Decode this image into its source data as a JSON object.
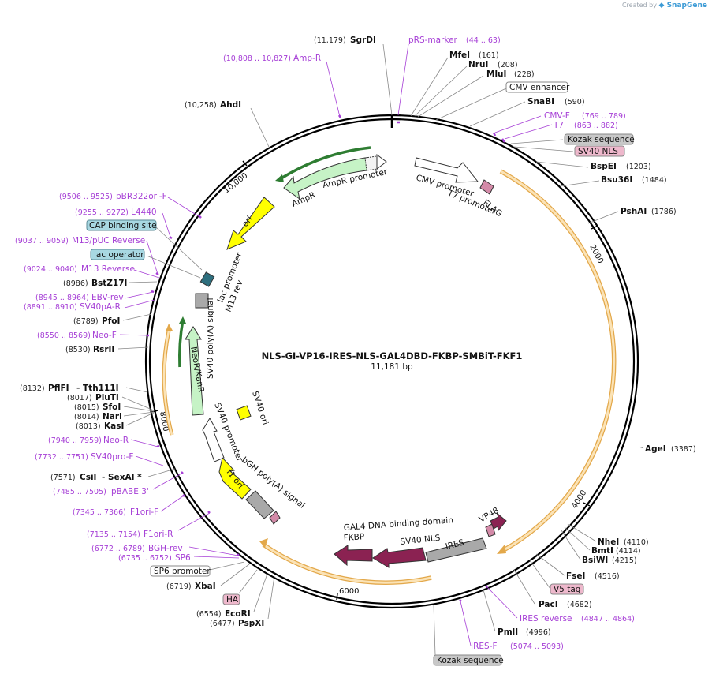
{
  "watermark": {
    "prefix": "Created by",
    "brand": "SnapGene"
  },
  "plasmid": {
    "name": "NLS-GI-VP16-IRES-NLS-GAL4DBD-FKBP-SMBiT-FKF1",
    "size": "11,181 bp"
  },
  "scale_ticks": [
    "2000",
    "4000",
    "6000",
    "8000",
    "10,000"
  ],
  "colors": {
    "orange_feature": "#f5c36b",
    "green_feature": "#c6f3c6",
    "yellow_feature": "#ffff00",
    "maroon_feature": "#8b2252",
    "grey_feature": "#a9a9a9",
    "primer": "#a63fd6",
    "rep_origin": "#ffff00"
  },
  "labels_right": [
    {
      "id": "sgrdi",
      "coord": "(11,179)",
      "name": "SgrDI",
      "kind": "enzyme"
    },
    {
      "id": "prs",
      "name": "pRS-marker",
      "coord": "(44 .. 63)",
      "kind": "primer"
    },
    {
      "id": "mfei",
      "name": "MfeI",
      "coord": "(161)",
      "kind": "enzyme"
    },
    {
      "id": "nrui",
      "name": "NruI",
      "coord": "(208)",
      "kind": "enzyme"
    },
    {
      "id": "mlui",
      "name": "MluI",
      "coord": "(228)",
      "kind": "enzyme"
    },
    {
      "id": "cmvenh",
      "name": "CMV enhancer",
      "kind": "box"
    },
    {
      "id": "snabi",
      "name": "SnaBI",
      "coord": "(590)",
      "kind": "enzyme"
    },
    {
      "id": "cmvf",
      "name": "CMV-F",
      "coord": "(769 .. 789)",
      "kind": "primer"
    },
    {
      "id": "t7",
      "name": "T7",
      "coord": "(863 .. 882)",
      "kind": "primer"
    },
    {
      "id": "kozak1",
      "name": "Kozak sequence",
      "kind": "greybox"
    },
    {
      "id": "sv40nls1",
      "name": "SV40 NLS",
      "kind": "pinkbox"
    },
    {
      "id": "bspei",
      "name": "BspEI",
      "coord": "(1203)",
      "kind": "enzyme"
    },
    {
      "id": "bsu36i",
      "name": "Bsu36I",
      "coord": "(1484)",
      "kind": "enzyme"
    },
    {
      "id": "pshai",
      "name": "PshAI",
      "coord": "(1786)",
      "kind": "enzyme"
    },
    {
      "id": "agei",
      "name": "AgeI",
      "coord": "(3387)",
      "kind": "enzyme"
    },
    {
      "id": "nhei",
      "name": "NheI",
      "coord": "(4110)",
      "kind": "enzyme"
    },
    {
      "id": "bmti",
      "name": "BmtI",
      "coord": "(4114)",
      "kind": "enzyme"
    },
    {
      "id": "bsiwi",
      "name": "BsiWI",
      "coord": "(4215)",
      "kind": "enzyme"
    },
    {
      "id": "fsei",
      "name": "FseI",
      "coord": "(4516)",
      "kind": "enzyme"
    },
    {
      "id": "v5tag",
      "name": "V5 tag",
      "kind": "pinkbox"
    },
    {
      "id": "paci",
      "name": "PacI",
      "coord": "(4682)",
      "kind": "enzyme"
    },
    {
      "id": "iresrev",
      "name": "IRES reverse",
      "coord": "(4847 .. 4864)",
      "kind": "primer"
    },
    {
      "id": "pmli",
      "name": "PmlI",
      "coord": "(4996)",
      "kind": "enzyme"
    },
    {
      "id": "iresf",
      "name": "IRES-F",
      "coord": "(5074 .. 5093)",
      "kind": "primer"
    },
    {
      "id": "kozak2",
      "name": "Kozak sequence",
      "kind": "greybox"
    }
  ],
  "labels_left": [
    {
      "id": "ampr",
      "coord": "(10,808 .. 10,827)",
      "name": "Amp-R",
      "kind": "primer"
    },
    {
      "id": "ahdi",
      "coord": "(10,258)",
      "name": "AhdI",
      "kind": "enzyme"
    },
    {
      "id": "pbr322",
      "coord": "(9506 .. 9525)",
      "name": "pBR322ori-F",
      "kind": "primer"
    },
    {
      "id": "l4440",
      "coord": "(9255 .. 9272)",
      "name": "L4440",
      "kind": "primer"
    },
    {
      "id": "cap",
      "name": "CAP binding site",
      "kind": "tealbox"
    },
    {
      "id": "m13puc",
      "coord": "(9037 .. 9059)",
      "name": "M13/pUC Reverse",
      "kind": "primer"
    },
    {
      "id": "lacop",
      "name": "lac operator",
      "kind": "tealbox"
    },
    {
      "id": "m13rev",
      "coord": "(9024 .. 9040)",
      "name": "M13 Reverse",
      "kind": "primer"
    },
    {
      "id": "bstz17i",
      "coord": "(8986)",
      "name": "BstZ17I",
      "kind": "enzyme"
    },
    {
      "id": "ebvrev",
      "coord": "(8945 .. 8964)",
      "name": "EBV-rev",
      "kind": "primer"
    },
    {
      "id": "sv40par",
      "coord": "(8891 .. 8910)",
      "name": "SV40pA-R",
      "kind": "primer"
    },
    {
      "id": "pfoi",
      "coord": "(8789)",
      "name": "PfoI",
      "kind": "enzyme"
    },
    {
      "id": "neof",
      "coord": "(8550 .. 8569)",
      "name": "Neo-F",
      "kind": "primer"
    },
    {
      "id": "rsrii",
      "coord": "(8530)",
      "name": "RsrII",
      "kind": "enzyme"
    },
    {
      "id": "pflfi",
      "coord": "(8132)",
      "name": "PflFI",
      "extra": "- Tth111I",
      "kind": "enzyme"
    },
    {
      "id": "pluti",
      "coord": "(8017)",
      "name": "PluTI",
      "kind": "enzyme"
    },
    {
      "id": "sfoi",
      "coord": "(8015)",
      "name": "SfoI",
      "kind": "enzyme"
    },
    {
      "id": "nari",
      "coord": "(8014)",
      "name": "NarI",
      "kind": "enzyme"
    },
    {
      "id": "kasi",
      "coord": "(8013)",
      "name": "KasI",
      "kind": "enzyme"
    },
    {
      "id": "neor",
      "coord": "(7940 .. 7959)",
      "name": "Neo-R",
      "kind": "primer"
    },
    {
      "id": "sv40prof",
      "coord": "(7732 .. 7751)",
      "name": "SV40pro-F",
      "kind": "primer"
    },
    {
      "id": "csii",
      "coord": "(7571)",
      "name": "CsiI",
      "extra": "- SexAI *",
      "kind": "enzyme"
    },
    {
      "id": "pbabe",
      "coord": "(7485 .. 7505)",
      "name": "pBABE 3'",
      "kind": "primer"
    },
    {
      "id": "f1orif",
      "coord": "(7345 .. 7366)",
      "name": "F1ori-F",
      "kind": "primer"
    },
    {
      "id": "f1orir",
      "coord": "(7135 .. 7154)",
      "name": "F1ori-R",
      "kind": "primer"
    },
    {
      "id": "bghrev",
      "coord": "(6772 .. 6789)",
      "name": "BGH-rev",
      "kind": "primer"
    },
    {
      "id": "sp6",
      "coord": "(6735 .. 6752)",
      "name": "SP6",
      "kind": "primer"
    },
    {
      "id": "sp6prom",
      "name": "SP6 promoter",
      "kind": "box"
    },
    {
      "id": "xbai",
      "coord": "(6719)",
      "name": "XbaI",
      "kind": "enzyme"
    },
    {
      "id": "ha",
      "name": "HA",
      "kind": "pinkbox"
    },
    {
      "id": "ecori",
      "coord": "(6554)",
      "name": "EcoRI",
      "kind": "enzyme"
    },
    {
      "id": "pspxi",
      "coord": "(6477)",
      "name": "PspXI",
      "kind": "enzyme"
    }
  ],
  "features": {
    "cmv_promoter": "CMV promoter",
    "t7_promoter": "T7 promoter",
    "flag": "FLAG",
    "ampr": "AmpR",
    "ampr_promoter": "AmpR promoter",
    "ori": "ori",
    "lac_promoter": "lac promoter",
    "m13_rev": "M13 rev",
    "sv40_polya": "SV40 poly(A) signal",
    "neor": "NeoR/KanR",
    "sv40_ori": "SV40 ori",
    "sv40_promoter": "SV40 promoter",
    "f1_ori": "f1 ori",
    "bgh_polya": "bGH poly(A) signal",
    "gal4": "GAL4 DNA binding domain",
    "fkbp": "FKBP",
    "sv40_nls": "SV40 NLS",
    "ires": "IRES",
    "vp48": "VP48"
  }
}
